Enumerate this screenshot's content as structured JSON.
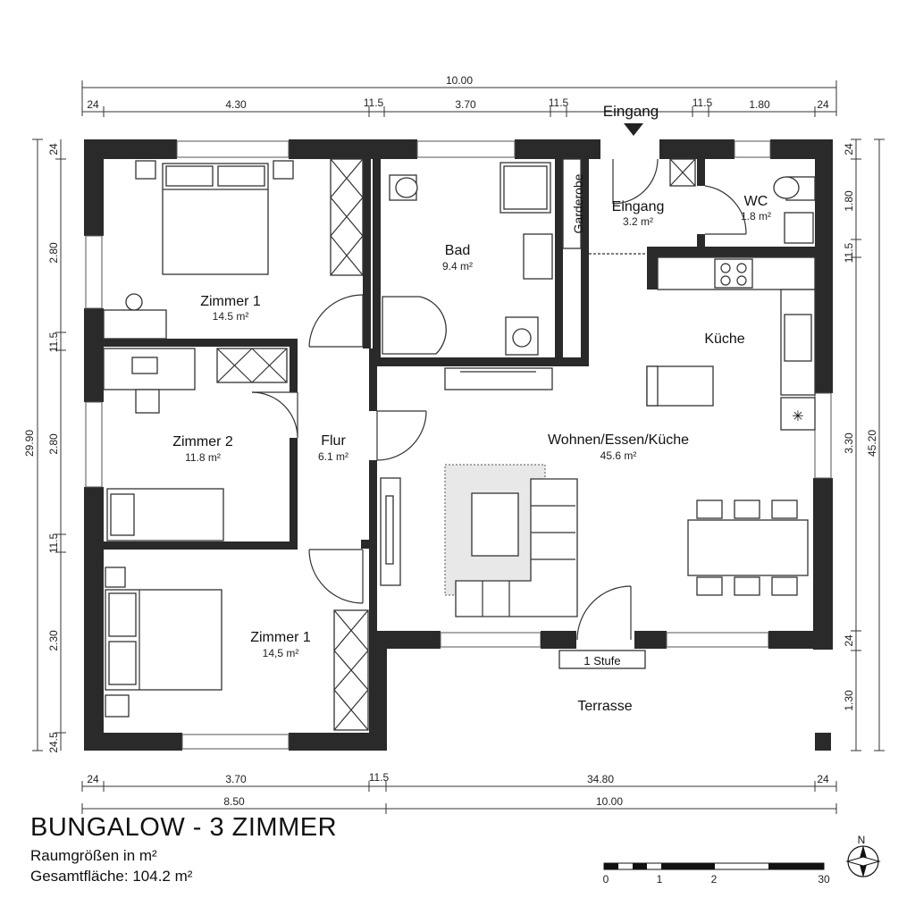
{
  "title": "BUNGALOW - 3 ZIMMER",
  "subtitle": "Raumgrößen in m²",
  "total_area": "Gesamtfläche: 104.2 m²",
  "rooms": {
    "zimmer1_top": {
      "name": "Zimmer 1",
      "area": "14.5 m²"
    },
    "bad": {
      "name": "Bad",
      "area": "9.4 m²"
    },
    "eingang": {
      "name": "Eingang",
      "area": "3.2 m²"
    },
    "wc": {
      "name": "WC",
      "area": "1.8 m²"
    },
    "kueche": {
      "name": "Küche"
    },
    "zimmer2": {
      "name": "Zimmer 2",
      "area": "11.8 m²"
    },
    "flur": {
      "name": "Flur",
      "area": "6.1 m²"
    },
    "wohnen": {
      "name": "Wohnen/Essen/Küche",
      "area": "45.6 m²"
    },
    "zimmer1_bottom": {
      "name": "Zimmer 1",
      "area": "14,5 m²"
    },
    "terrasse": {
      "name": "Terrasse"
    }
  },
  "labels": {
    "eingang_arrow": "Eingang",
    "garderobe": "Garderobe",
    "stufe": "1 Stufe"
  },
  "dims": {
    "top_total": "10.00",
    "top": [
      "24",
      "4.30",
      "11.5",
      "3.70",
      "11.5",
      "11.5",
      "1.80",
      "24"
    ],
    "left": [
      "24",
      "2.80",
      "11.5",
      "2.80",
      "11.5",
      "2.30",
      "24.5"
    ],
    "left_total": "29.90",
    "right": [
      "24",
      "1.80",
      "11.5",
      "3.30",
      "24",
      "1.30"
    ],
    "right_total": "45.20",
    "bottom": [
      "24",
      "3.70",
      "11.5",
      "34.80",
      "24"
    ],
    "bottom_total_left": "8.50",
    "bottom_total_right": "10.00"
  },
  "scale": {
    "ticks": [
      "0",
      "1",
      "2",
      "30"
    ],
    "north": "N"
  }
}
